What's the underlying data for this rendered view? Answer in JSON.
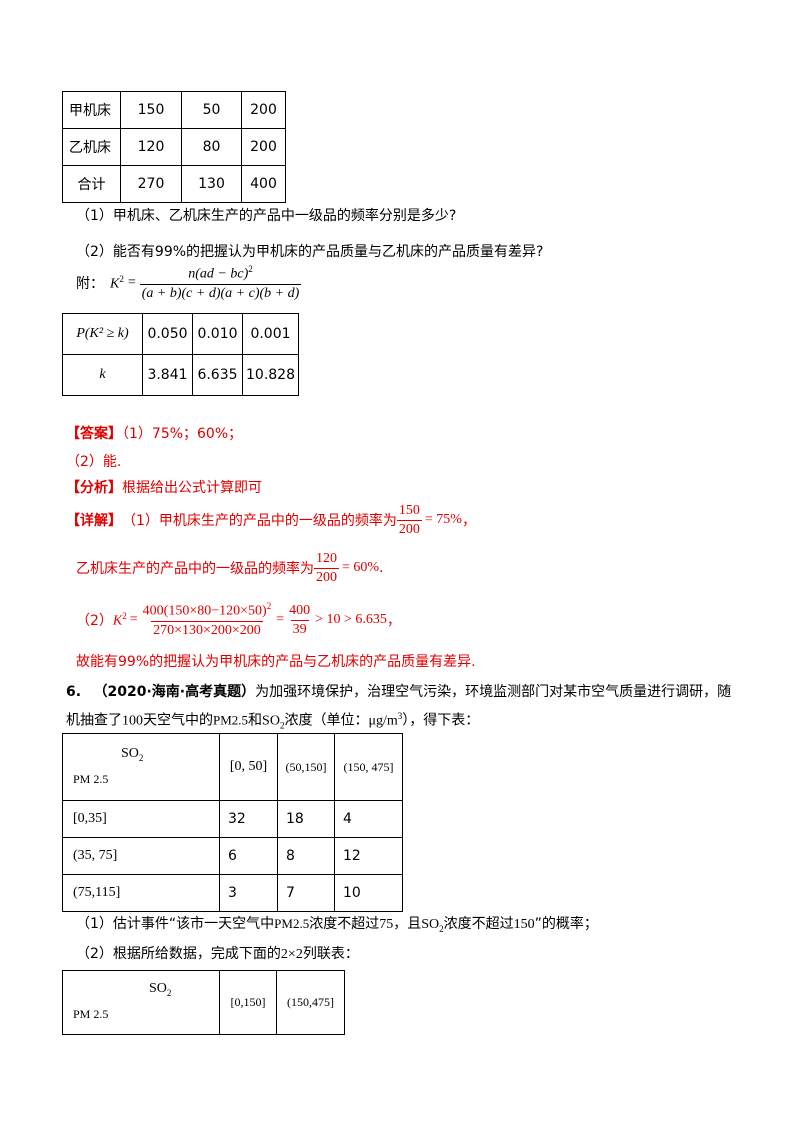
{
  "machine_table": {
    "rows": [
      [
        "甲机床",
        "150",
        "50",
        "200"
      ],
      [
        "乙机床",
        "120",
        "80",
        "200"
      ],
      [
        "合计",
        "270",
        "130",
        "400"
      ]
    ]
  },
  "q1": "（1）甲机床、乙机床生产的产品中一级品的频率分别是多少?",
  "q2": "（2）能否有99%的把握认为甲机床的产品质量与乙机床的产品质量有差异?",
  "appendix": {
    "label": "附：",
    "formula_lhs": "K",
    "formula_num": "n(ad − bc)",
    "formula_den": "(a + b)(c + d)(a + c)(b + d)"
  },
  "k_table": {
    "header": "P(K² ≥ k)",
    "probs": [
      "0.050",
      "0.010",
      "0.001"
    ],
    "k_label": "k",
    "k_values": [
      "3.841",
      "6.635",
      "10.828"
    ]
  },
  "answer": {
    "tag": "【答案】",
    "part1": "（1）75%；60%；",
    "part2": "（2）能."
  },
  "analysis": {
    "tag": "【分析】",
    "text": "根据给出公式计算即可"
  },
  "detail": {
    "tag": "【详解】",
    "line1_text": "（1）甲机床生产的产品中的一级品的频率为",
    "line1_num": "150",
    "line1_den": "200",
    "line1_result": "= 75%",
    "line2_text": "乙机床生产的产品中的一级品的频率为",
    "line2_num": "120",
    "line2_den": "200",
    "line2_result": "= 60%",
    "line3_prefix": "（2）",
    "line3_num": "400(150×80−120×50)",
    "line3_den": "270×130×200×200",
    "line3_num2": "400",
    "line3_den2": "39",
    "line3_result": "> 10 > 6.635",
    "conclusion": "故能有99%的把握认为甲机床的产品与乙机床的产品质量有差异."
  },
  "problem6": {
    "number": "6.",
    "source": "（2020·海南·高考真题）",
    "text1": "为加强环境保护，治理空气污染，环境监测部门对某市空气质量进行调研，随",
    "text2_a": "机抽查了",
    "text2_b": "100",
    "text2_c": "天空气中的",
    "text2_d": "PM2.5",
    "text2_e": "和",
    "text2_f": "SO",
    "text2_g": "浓度（单位：",
    "text2_h": "μg/m",
    "text2_i": "），得下表："
  },
  "pm_table": {
    "corner_top": "SO",
    "corner_bottom": "PM 2.5",
    "cols": [
      "[0, 50]",
      "(50,150]",
      "(150, 475]"
    ],
    "rows": [
      {
        "label": "[0,35]",
        "values": [
          "32",
          "18",
          "4"
        ]
      },
      {
        "label": "(35, 75]",
        "values": [
          "6",
          "8",
          "12"
        ]
      },
      {
        "label": "(75,115]",
        "values": [
          "3",
          "7",
          "10"
        ]
      }
    ]
  },
  "q6_1": {
    "a": "（1）估计事件“该市一天空气中",
    "b": "PM2.5",
    "c": "浓度不超过",
    "d": "75",
    "e": "，且",
    "f": "SO",
    "g": "浓度不超过",
    "h": "150",
    "i": "”的概率；"
  },
  "q6_2": {
    "a": "（2）根据所给数据，完成下面的",
    "b": "2×2",
    "c": "列联表："
  },
  "contingency_table": {
    "corner_top": "SO",
    "corner_bottom": "PM 2.5",
    "cols": [
      "[0,150]",
      "(150,475]"
    ]
  },
  "colors": {
    "answer_red": "#e00000"
  }
}
